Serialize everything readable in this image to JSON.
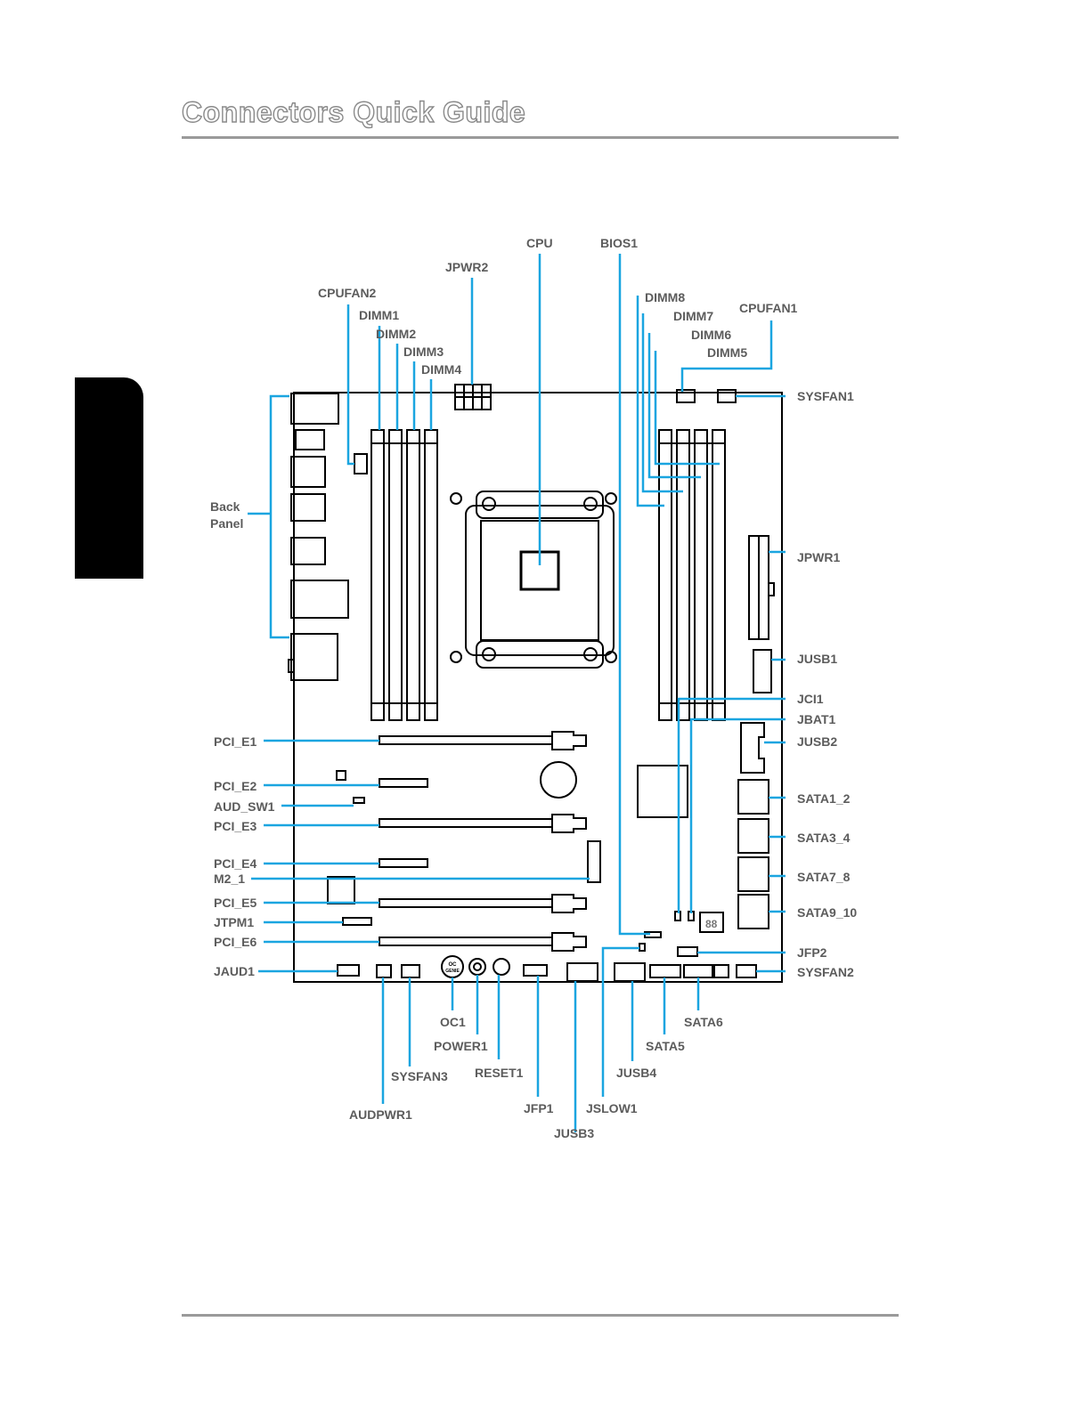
{
  "page": {
    "title": "Connectors Quick Guide"
  },
  "labels": {
    "cpu": "CPU",
    "bios1": "BIOS1",
    "jpwr2": "JPWR2",
    "cpufan2": "CPUFAN2",
    "dimm1": "DIMM1",
    "dimm2": "DIMM2",
    "dimm3": "DIMM3",
    "dimm4": "DIMM4",
    "dimm5": "DIMM5",
    "dimm6": "DIMM6",
    "dimm7": "DIMM7",
    "dimm8": "DIMM8",
    "cpufan1": "CPUFAN1",
    "sysfan1": "SYSFAN1",
    "back_panel_1": "Back",
    "back_panel_2": "Panel",
    "jpwr1": "JPWR1",
    "jusb1": "JUSB1",
    "jci1": "JCI1",
    "jbat1": "JBAT1",
    "jusb2": "JUSB2",
    "sata1_2": "SATA1_2",
    "sata3_4": "SATA3_4",
    "sata7_8": "SATA7_8",
    "sata9_10": "SATA9_10",
    "jfp2": "JFP2",
    "sysfan2": "SYSFAN2",
    "pci_e1": "PCI_E1",
    "pci_e2": "PCI_E2",
    "aud_sw1": "AUD_SW1",
    "pci_e3": "PCI_E3",
    "pci_e4": "PCI_E4",
    "m2_1": "M2_1",
    "pci_e5": "PCI_E5",
    "jtpm1": "JTPM1",
    "pci_e6": "PCI_E6",
    "jaud1": "JAUD1",
    "oc1": "OC1",
    "power1": "POWER1",
    "reset1": "RESET1",
    "sysfan3": "SYSFAN3",
    "audpwr1": "AUDPWR1",
    "jfp1": "JFP1",
    "jusb3": "JUSB3",
    "jslow1": "JSLOW1",
    "jusb4": "JUSB4",
    "sata5": "SATA5",
    "sata6": "SATA6",
    "oc_button_1": "OC",
    "oc_button_2": "GENIE",
    "debug_display": "88"
  },
  "colors": {
    "leader": "#1aa5e0",
    "label": "#5c5c5c",
    "board": "#000000"
  }
}
